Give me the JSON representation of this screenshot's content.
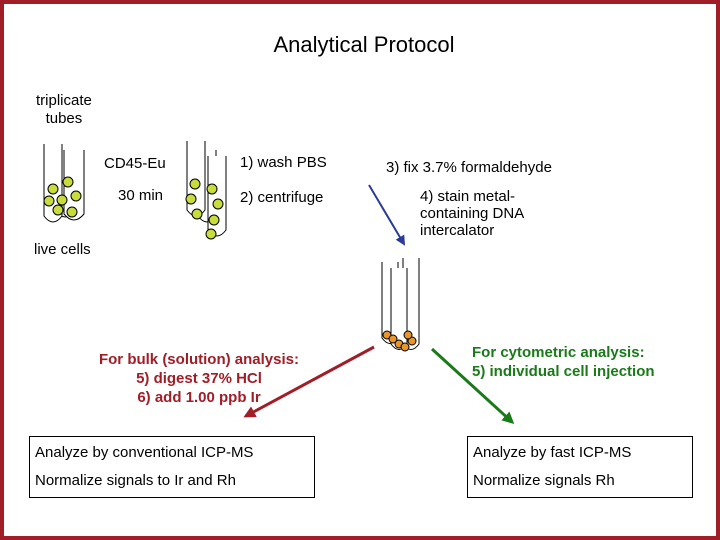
{
  "title": "Analytical Protocol",
  "labels": {
    "triplicate": "triplicate\ntubes",
    "live_cells": "live cells",
    "cd45": "CD45-Eu",
    "time": "30 min",
    "wash": "1) wash PBS",
    "centrifuge": "2) centrifuge",
    "fix": "3) fix 3.7% formaldehyde",
    "stain": "4) stain metal-\ncontaining DNA\nintercalator"
  },
  "bulk": {
    "text": "For bulk (solution) analysis:\n5) digest 37% HCl\n6) add 1.00 ppb Ir",
    "box": [
      "Analyze by conventional ICP-MS",
      "Normalize signals to Ir and Rh"
    ]
  },
  "cyto": {
    "text": "For cytometric analysis:\n5) individual cell injection",
    "box": [
      "Analyze by fast ICP-MS",
      "Normalize signals Rh"
    ]
  },
  "colors": {
    "frame": "#a01e28",
    "cells": "#c8dc3c",
    "stained_cells": "#e8962a",
    "arrow_blue": "#2c3c96",
    "arrow_red": "#a01e28",
    "arrow_green": "#1a7a1a"
  }
}
